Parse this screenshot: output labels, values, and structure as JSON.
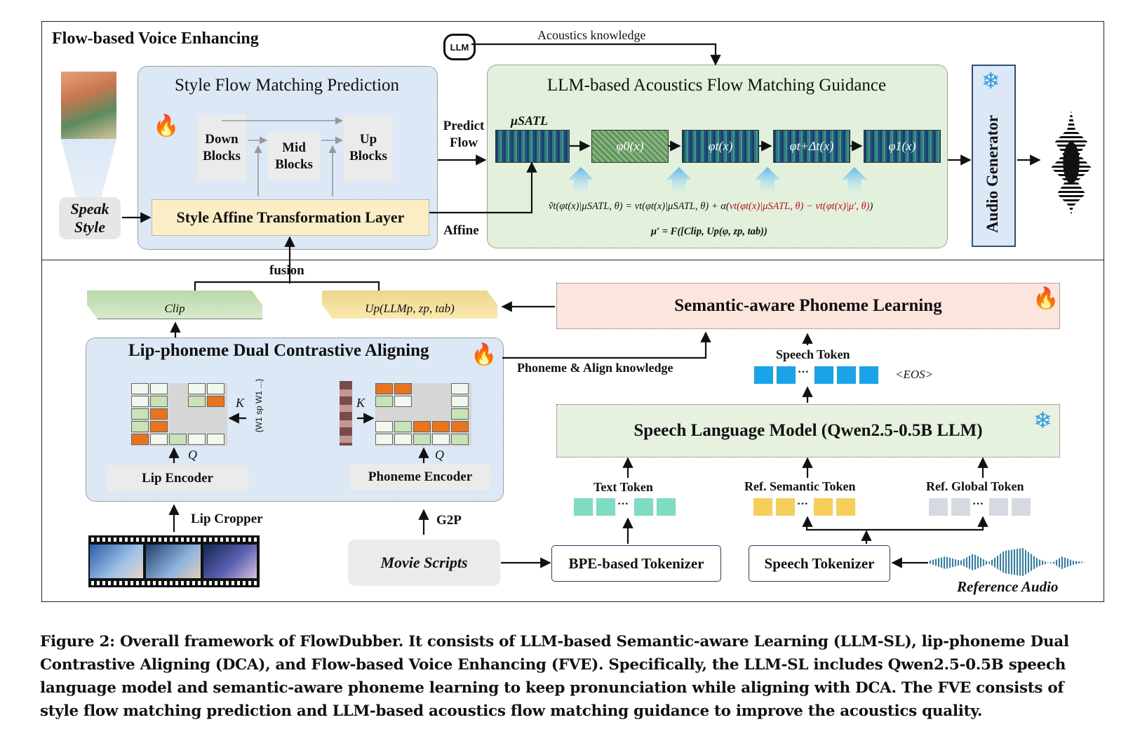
{
  "fve": {
    "title": "Flow-based Voice Enhancing",
    "acoustics_knowledge": "Acoustics knowledge",
    "llm_badge": "LLM",
    "style_flow_title": "Style Flow Matching Prediction",
    "down_blocks": "Down Blocks",
    "mid_blocks": "Mid Blocks",
    "up_blocks": "Up Blocks",
    "speak_style": "Speak Style",
    "style_affine": "Style Affine Transformation Layer",
    "predict_flow": "Predict Flow",
    "affine": "Affine",
    "guidance_title": "LLM-based Acoustics Flow Matching Guidance",
    "mu_satl": "μSATL",
    "phi0": "φ0(x)",
    "phit": "φt(x)",
    "phitdt": "φt+Δt(x)",
    "phi1": "φ1(x)",
    "equation_main": "ṽt(φt(x)|μSATL, θ) = vt(φt(x)|μSATL, θ) + α(",
    "equation_red": "vt(φt(x)|μSATL, θ) − vt(φt(x)|μ′, θ)",
    "equation_close": ")",
    "equation_mu": "μ′ = F([Clip, Up(φ, zp, tab))",
    "audio_generator": "Audio Generator"
  },
  "lower": {
    "fusion": "fusion",
    "c_lip": "Clip",
    "up_label": "Up(LLMp, zp, tab)",
    "sapl": "Semantic-aware Phoneme Learning",
    "dca_title": "Lip-phoneme Dual Contrastive Aligning",
    "phoneme_align": "Phoneme & Align knowledge",
    "speech_token": "Speech Token",
    "eos": "<EOS>",
    "slm": "Speech Language Model (Qwen2.5-0.5B LLM)",
    "lip_encoder": "Lip Encoder",
    "phoneme_encoder": "Phoneme Encoder",
    "k": "K",
    "q": "Q",
    "phoneme_seq": "{W1 sp W1 ...}",
    "lip_cropper": "Lip Cropper",
    "g2p": "G2P",
    "movie_scripts": "Movie Scripts",
    "text_token": "Text Token",
    "ref_semantic": "Ref. Semantic Token",
    "ref_global": "Ref. Global Token",
    "bpe": "BPE-based Tokenizer",
    "speech_tokenizer": "Speech Tokenizer",
    "reference_audio": "Reference Audio",
    "ellipsis": "···"
  },
  "caption": "Figure 2: Overall framework of FlowDubber. It consists of LLM-based Semantic-aware Learning (LLM-SL), lip-phoneme Dual Contrastive Aligning (DCA), and Flow-based Voice Enhancing (FVE). Specifically, the LLM-SL includes Qwen2.5-0.5B speech language model and semantic-aware phoneme learning to keep pronunciation while aligning with DCA. The FVE consists of style flow matching prediction and LLM-based acoustics flow matching guidance to improve the acoustics quality.",
  "colors": {
    "token_blue": "#1aa3e8",
    "token_teal": "#7fdcc4",
    "token_yellow": "#f6cf5a",
    "token_gray": "#d5dae2",
    "matrix_orange": "#e8741e",
    "matrix_green": "#c8e3b8",
    "equation_red": "#c0121e"
  },
  "icons": [
    "fire-icon",
    "snowflake-icon",
    "waveform-icon",
    "film-strip-icon",
    "llm-robot-icon"
  ]
}
